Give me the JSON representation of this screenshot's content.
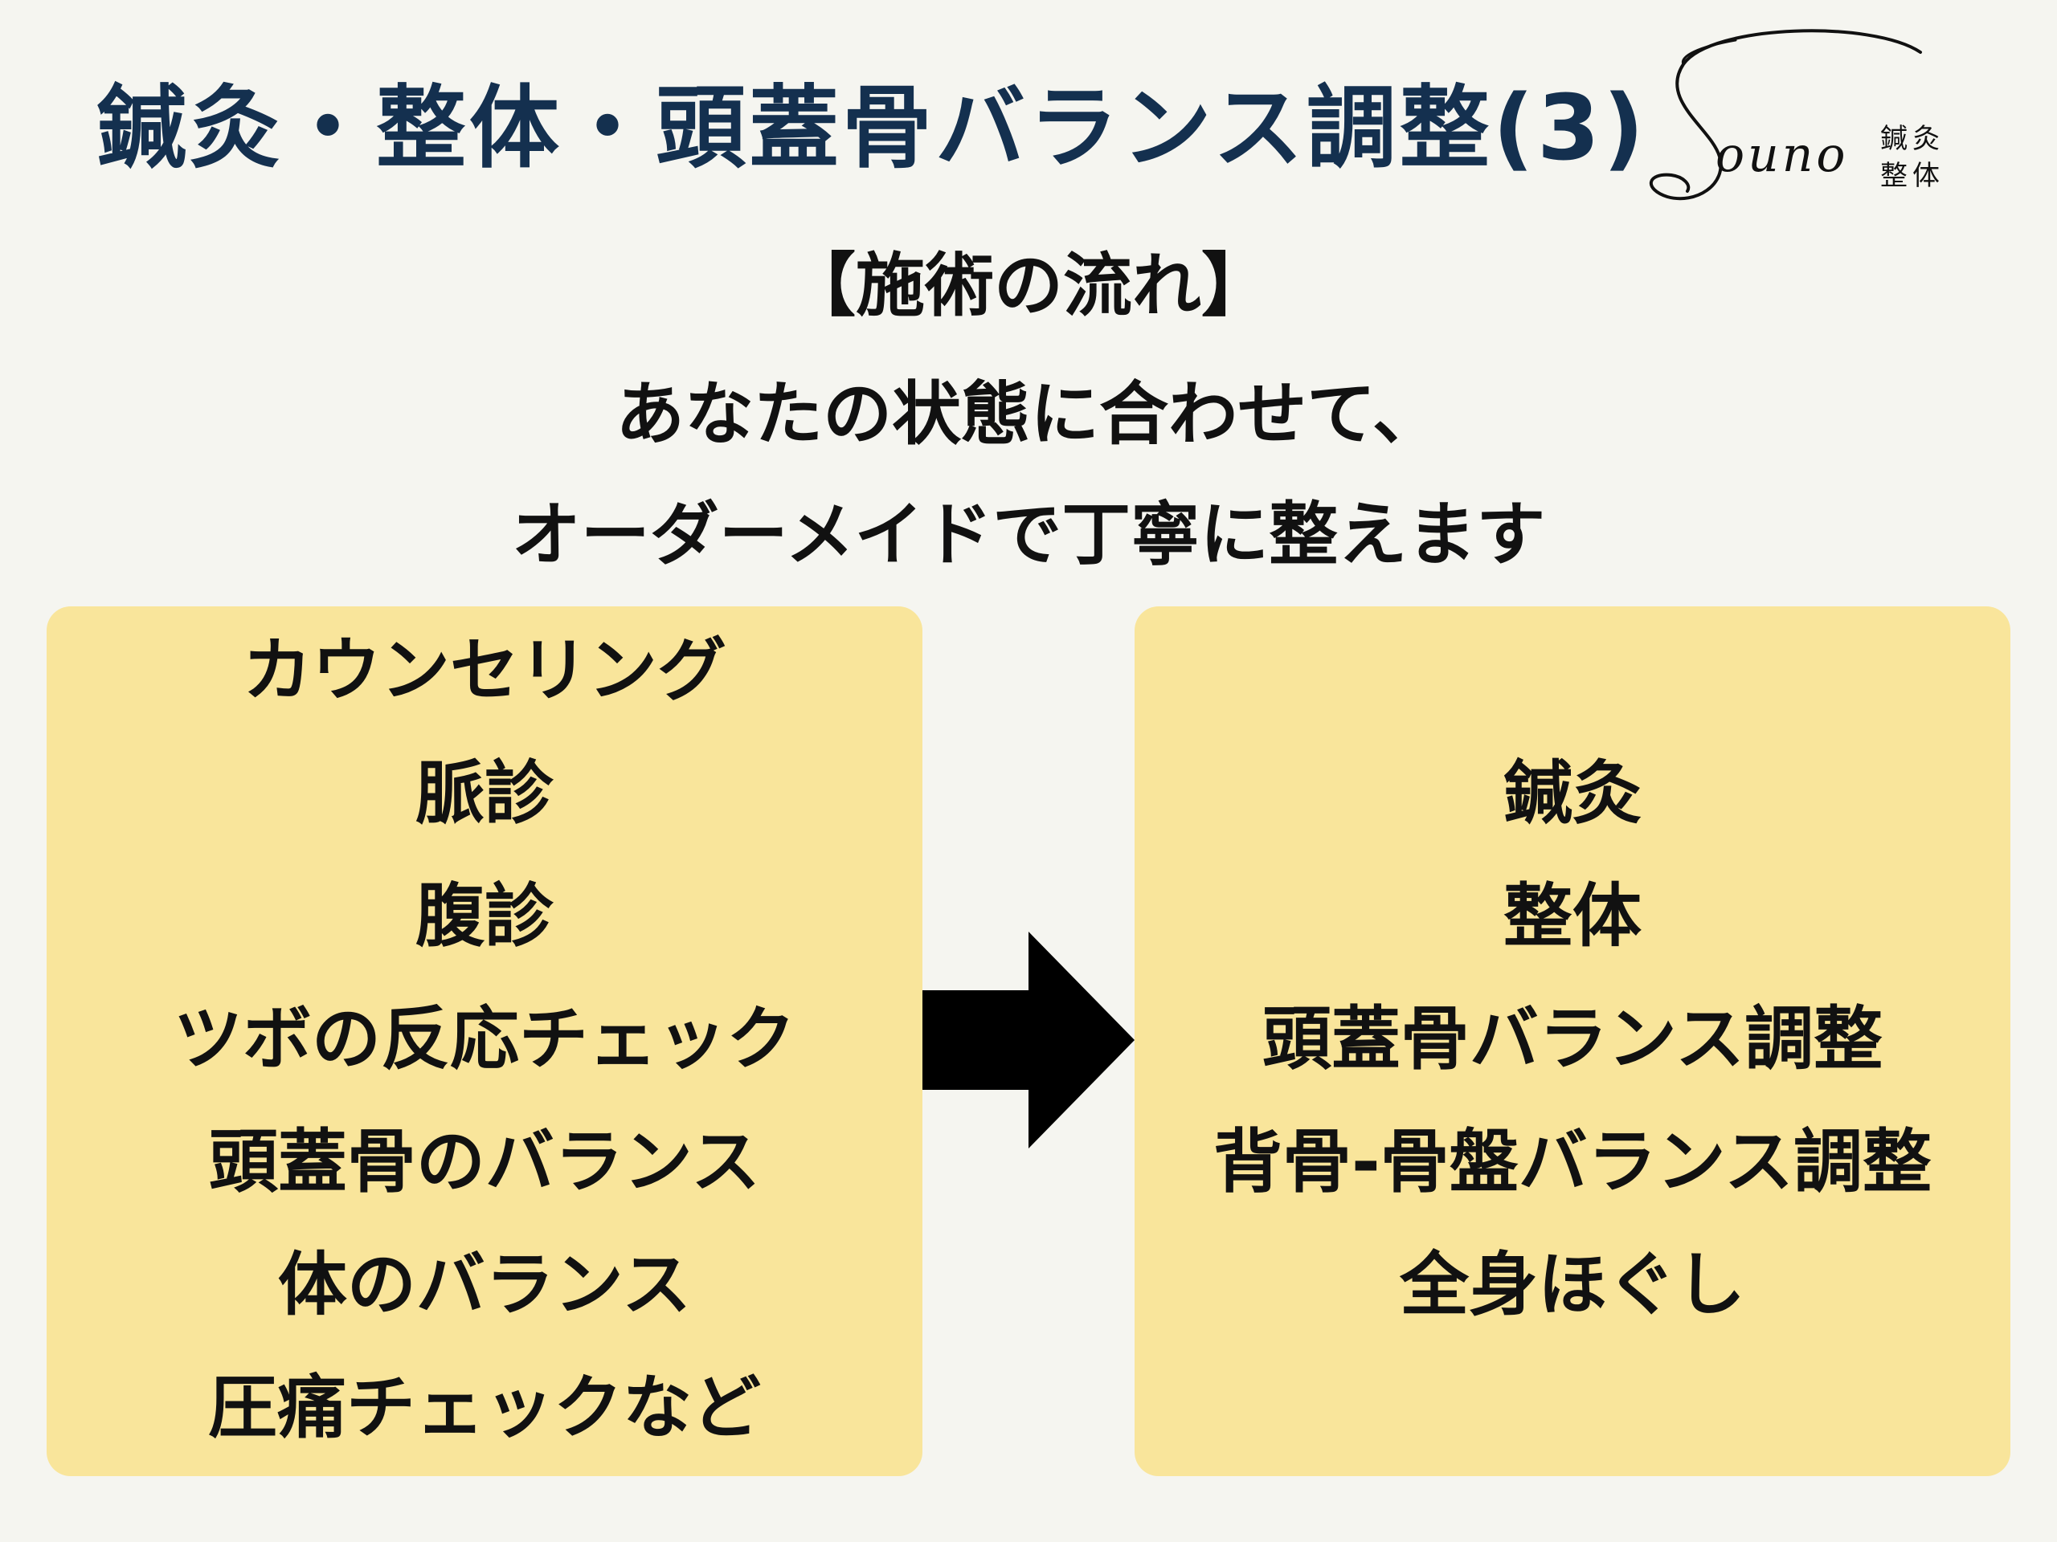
{
  "header": {
    "title": "鍼灸・整体・頭蓋骨バランス調整(3)"
  },
  "logo": {
    "text": "ouno",
    "sub_line1": "鍼灸",
    "sub_line2": "整体"
  },
  "intro": {
    "heading": "【施術の流れ】",
    "line1": "あなたの状態に合わせて、",
    "line2": "オーダーメイドで丁寧に整えます"
  },
  "left_box": {
    "items": [
      "カウンセリング",
      "脈診",
      "腹診",
      "ツボの反応チェック",
      "頭蓋骨のバランス",
      "体のバランス",
      "圧痛チェックなど"
    ]
  },
  "right_box": {
    "items": [
      "鍼灸",
      "整体",
      "頭蓋骨バランス調整",
      "背骨-骨盤バランス調整",
      "全身ほぐし"
    ]
  },
  "colors": {
    "background": "#f5f5f0",
    "title": "#14304f",
    "box": "#f9e59b",
    "text": "#111111",
    "arrow": "#000000"
  },
  "icons": {
    "arrow": "arrow-right-icon"
  }
}
